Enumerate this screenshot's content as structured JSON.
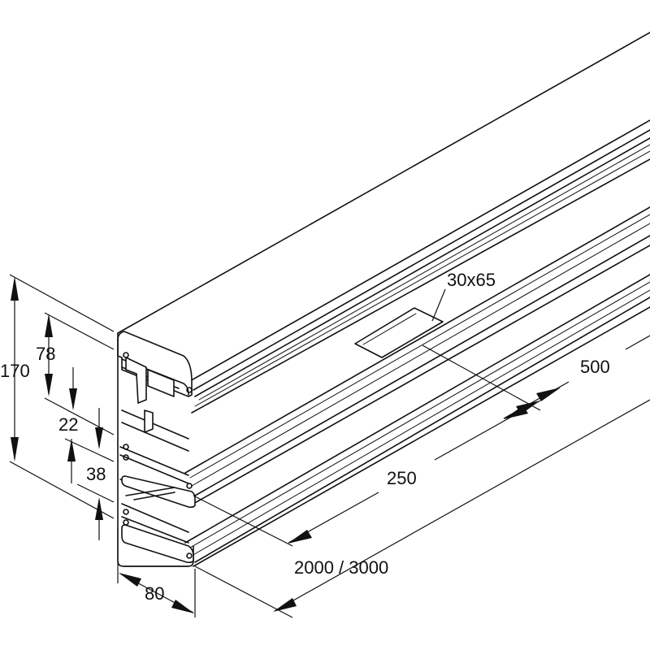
{
  "diagram": {
    "labels": {
      "height_total": "170",
      "height_upper": "78",
      "gap": "22",
      "height_lower": "38",
      "width": "80",
      "cutout": "30x65",
      "spacing_long": "500",
      "spacing_short": "250",
      "length": "2000 / 3000"
    },
    "colors": {
      "line": "#111111",
      "background": "#ffffff"
    }
  }
}
